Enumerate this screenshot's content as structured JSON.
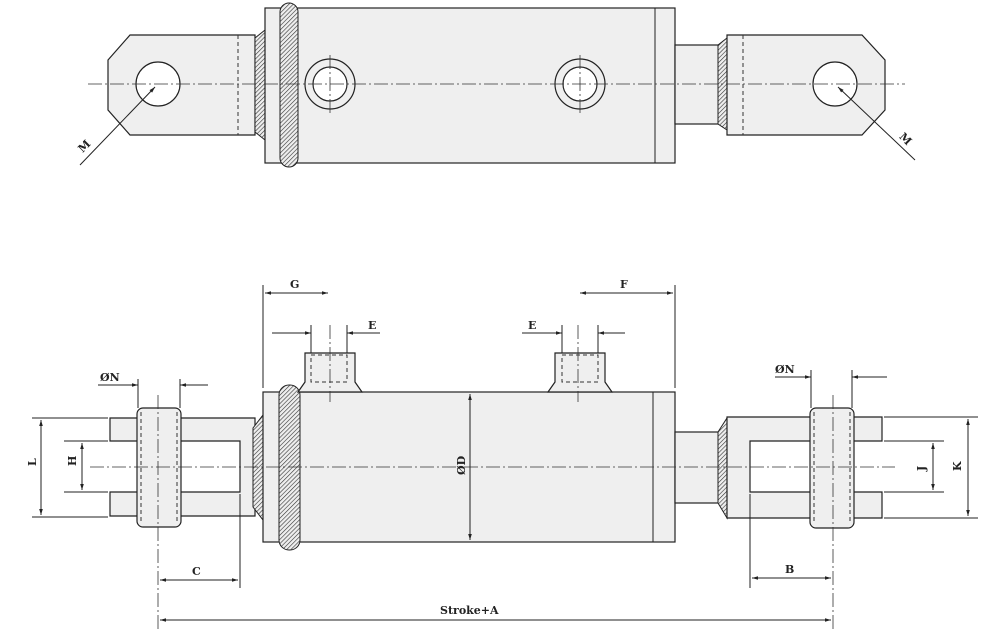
{
  "title": "Hydraulic cylinder with clevis ends – dimension drawing",
  "labels": {
    "m_left": "M",
    "m_right": "M",
    "g": "G",
    "e_left": "E",
    "e_right": "E",
    "f": "F",
    "n_left": "ØN",
    "n_right": "ØN",
    "l": "L",
    "h": "H",
    "d": "ØD",
    "j": "J",
    "k": "K",
    "c": "C",
    "b": "B",
    "stroke": "Stroke+A"
  }
}
